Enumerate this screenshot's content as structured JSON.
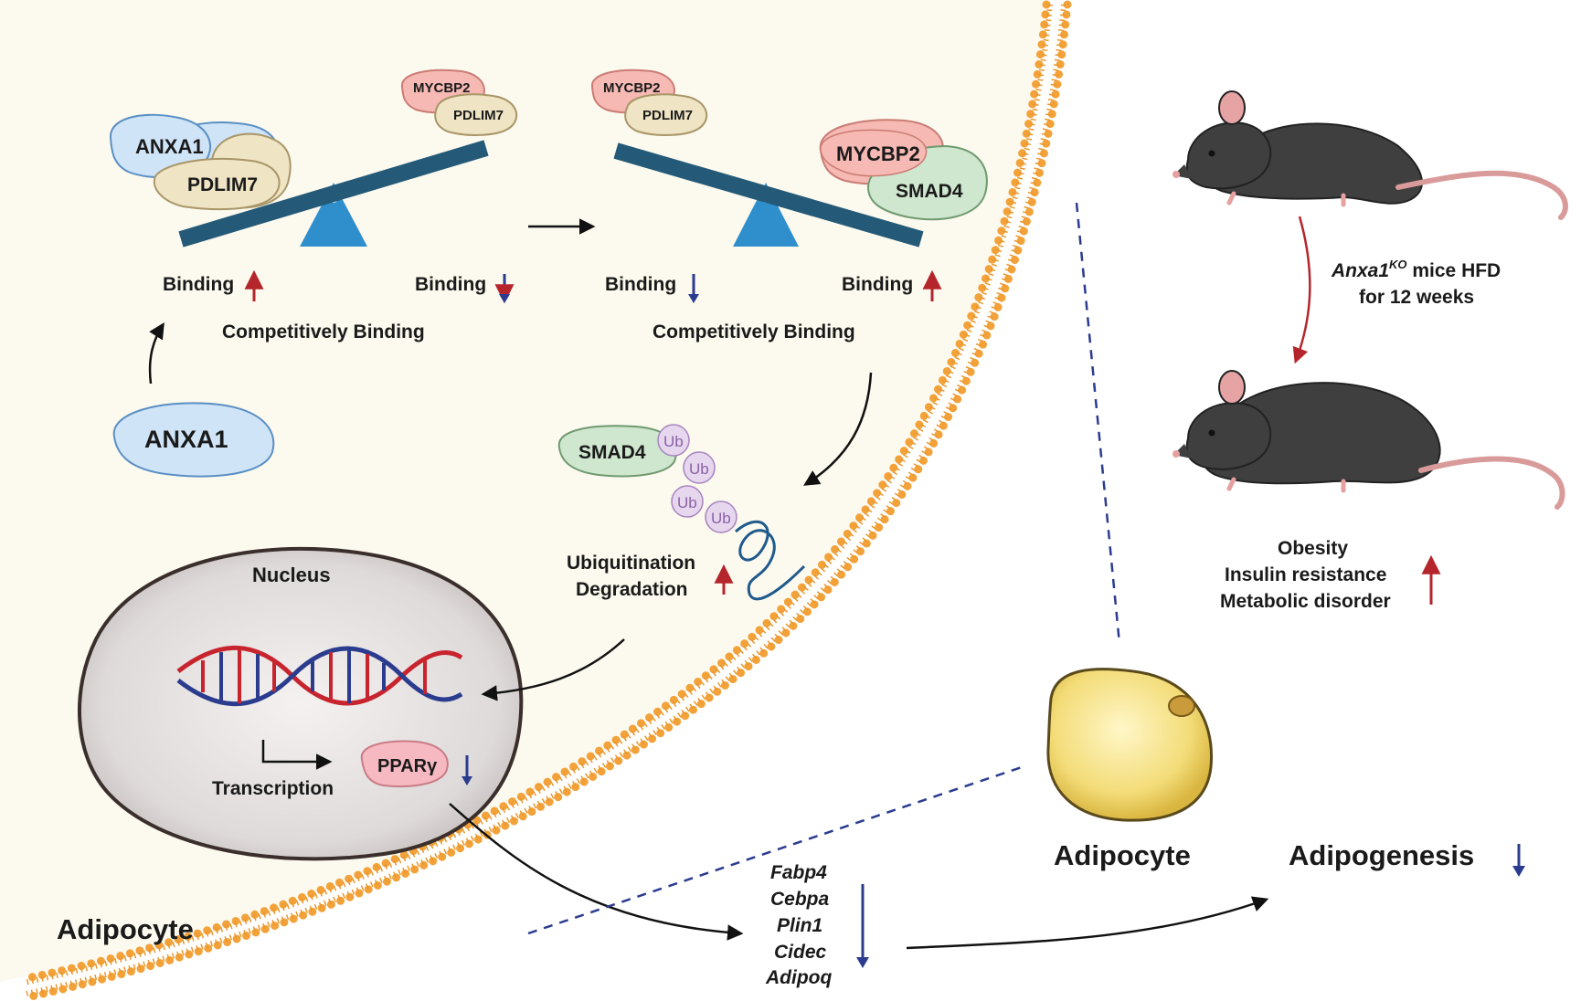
{
  "proteins": {
    "anxa1": "ANXA1",
    "pdlim7": "PDLIM7",
    "mycbp2": "MYCBP2",
    "smad4": "SMAD4",
    "ub": "Ub",
    "ppar": "PPARγ"
  },
  "labels": {
    "binding": "Binding",
    "competitive": "Competitively Binding",
    "ubiq": "Ubiquitination",
    "degradation": "Degradation",
    "nucleus": "Nucleus",
    "transcription": "Transcription",
    "adipocyte_cell": "Adipocyte",
    "adipocyte_fat": "Adipocyte",
    "adipogenesis": "Adipogenesis"
  },
  "genes": [
    "Fabp4",
    "Cebpa",
    "Plin1",
    "Cidec",
    "Adipoq"
  ],
  "mouse": {
    "strain": "Anxa1",
    "sup": "KO",
    "line1_rest": " mice HFD",
    "line2": "for 12 weeks"
  },
  "outcomes": [
    "Obesity",
    "Insulin resistance",
    "Metabolic disorder"
  ],
  "colors": {
    "up_arrow": "#b5262c",
    "down_arrow": "#2b3c8f",
    "membrane": "#f3a23a",
    "cytoplasm": "#fcf9ee",
    "seesaw": "#245a78",
    "fulcrum": "#2f8fcc"
  }
}
